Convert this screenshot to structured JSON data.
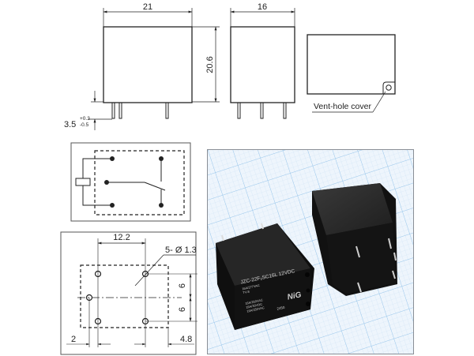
{
  "front_view": {
    "width_label": "21",
    "height_label": "20.6",
    "pin_length_label": "3.5",
    "pin_tol_plus": "+0.3",
    "pin_tol_minus": "-0.5"
  },
  "side_view": {
    "width_label": "16"
  },
  "top_view": {
    "vent_label": "Vent-hole cover"
  },
  "pcb_layout": {
    "pitch_label": "12.2",
    "hole_label": "5- Ø 1.3",
    "row_spacing_1": "6",
    "row_spacing_2": "6",
    "left_offset": "2",
    "right_offset": "4.8"
  },
  "photo": {
    "relay_marking_line1": "JZC-22F₂SC16L 12VDC",
    "relay_marking_line2": "16A/277VAC",
    "relay_marking_line3": "TV-8",
    "relay_marking_line4": "16A/250VAC",
    "relay_marking_line5": "16A/30VDC",
    "relay_marking_line6": "16A/250VAC",
    "relay_brand": "NiG",
    "relay_date": "2450",
    "colors": {
      "grid_background": "#e8f2fb",
      "grid_line": "#a9cfee",
      "relay_body": "#151515"
    }
  }
}
